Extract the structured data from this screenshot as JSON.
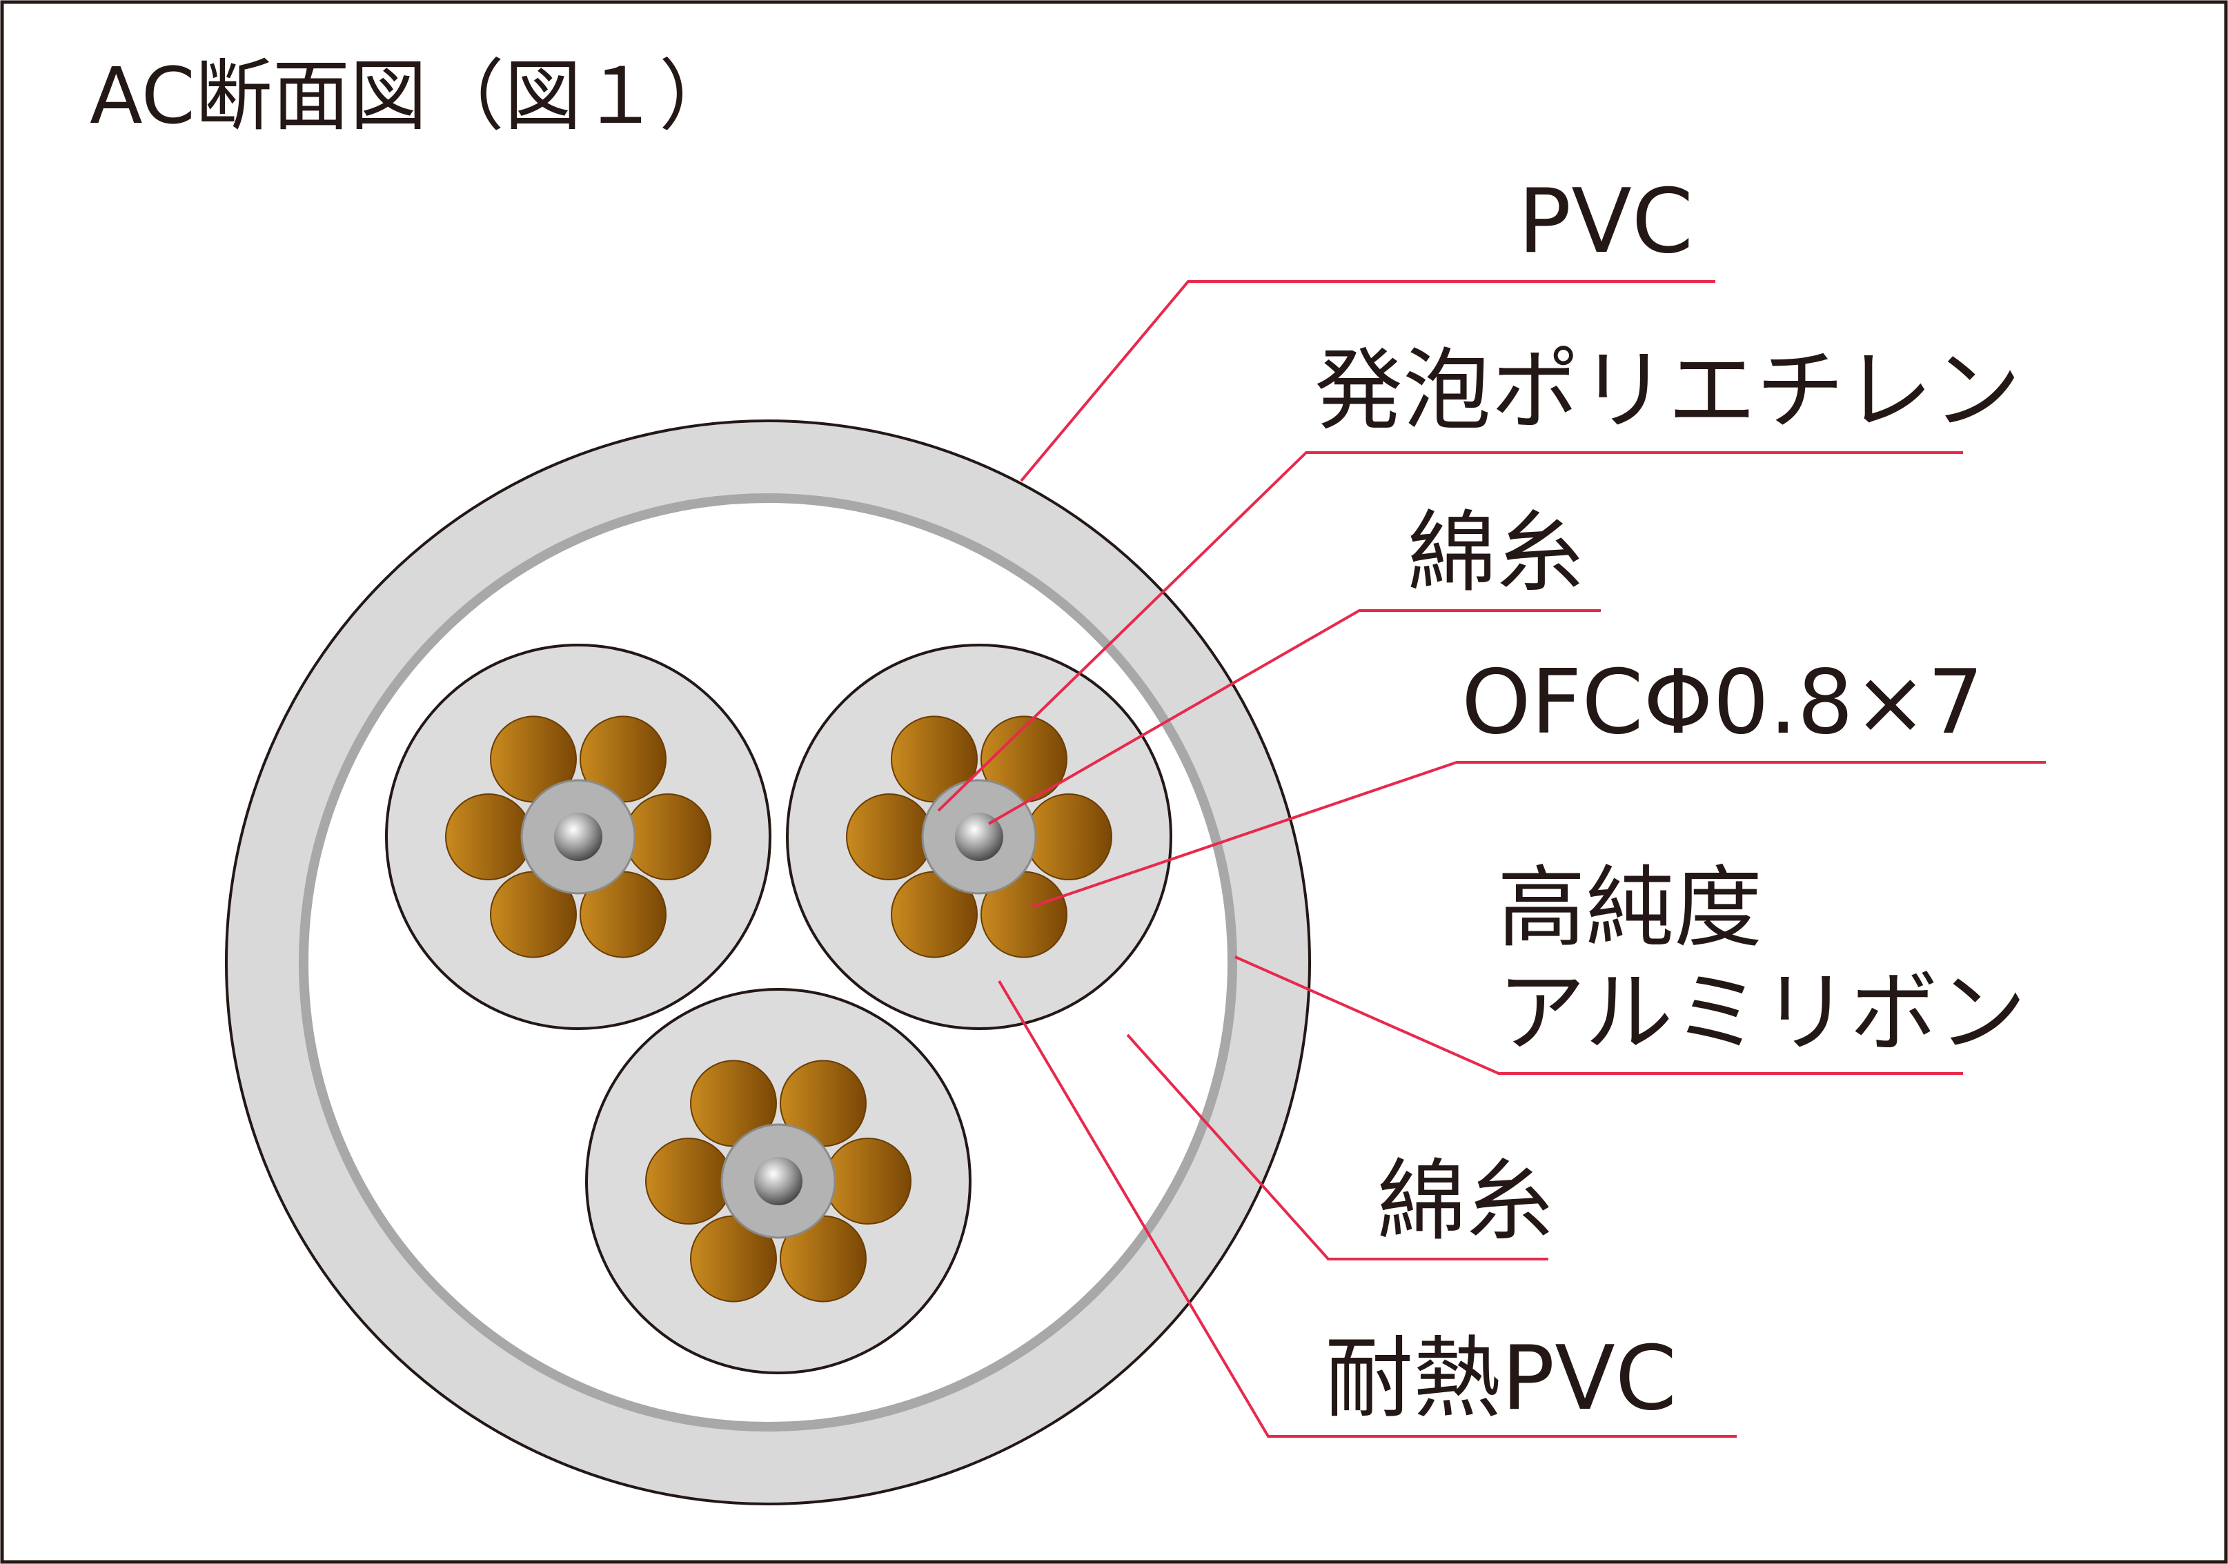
{
  "title": "AC断面図（図１）",
  "labels": {
    "pvc_outer": "PVC",
    "foam_pe": "発泡ポリエチレン",
    "cotton_inner": "綿糸",
    "ofc": "OFCΦ0.8×7",
    "alu_line1": "高純度",
    "alu_line2": "アルミリボン",
    "cotton_outer": "綿糸",
    "heat_pvc": "耐熱PVC"
  },
  "colors": {
    "jacket": "#d9d9da",
    "insulation": "#dcdcdd",
    "copper_dark": "#8a5206",
    "copper_light": "#c98a1f",
    "leader": "#e8294c",
    "outline": "#231815"
  }
}
